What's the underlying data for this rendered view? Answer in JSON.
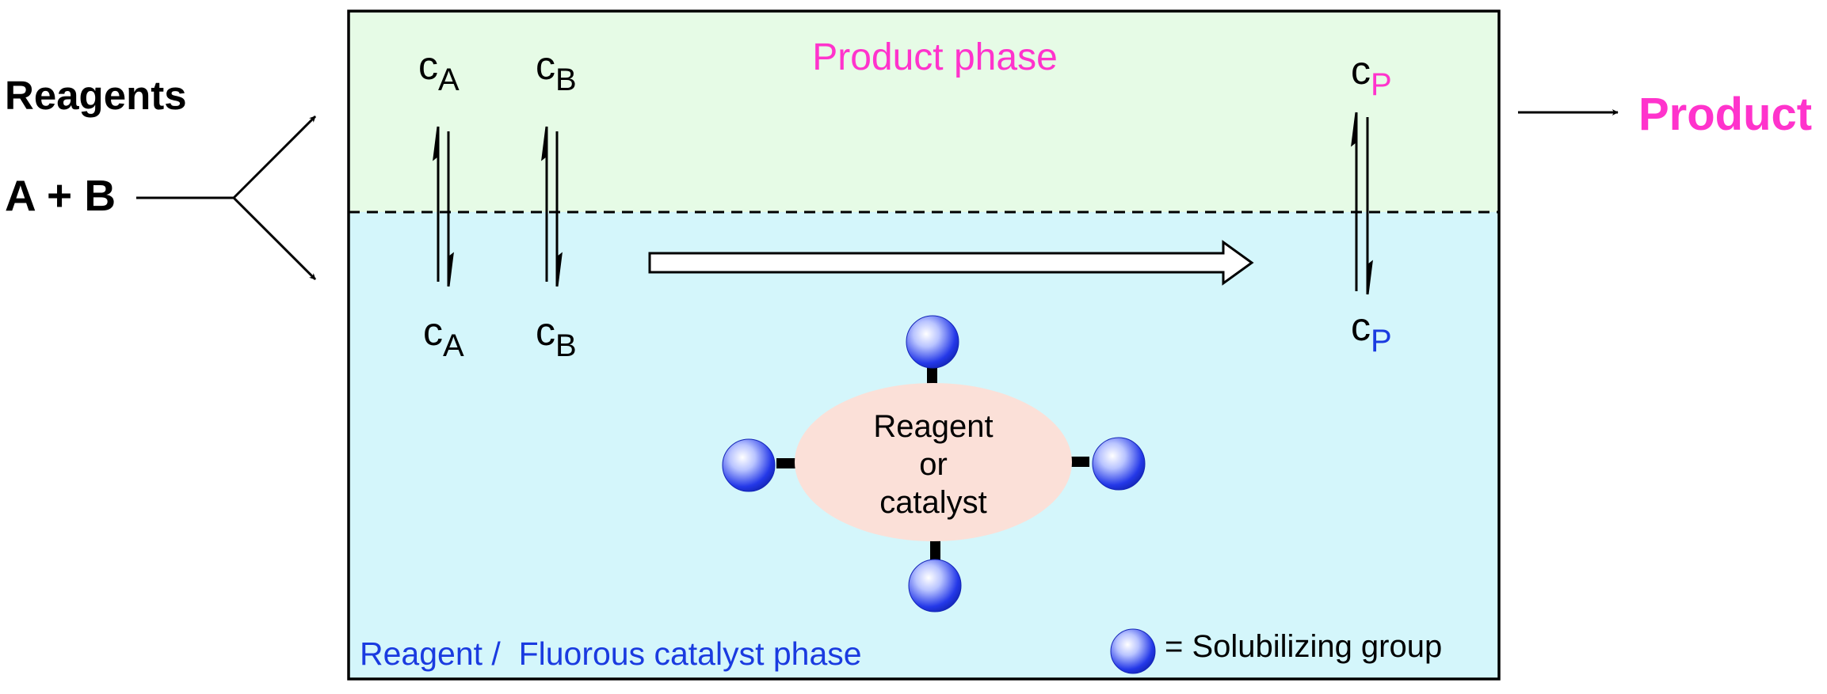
{
  "left": {
    "reagents_label": "Reagents",
    "reactants_label": "A + B"
  },
  "upper_phase": {
    "label": "Product phase",
    "label_color": "#ff33cc",
    "background": "#e6fbe6"
  },
  "lower_phase": {
    "label": "Reagent /  Fluorous catalyst phase",
    "label_color": "#1a3be0",
    "background": "#d4f6fb"
  },
  "species": {
    "c": "c",
    "a_sub": "A",
    "b_sub": "B",
    "p_sub": "P",
    "p_upper_color": "#ff33cc",
    "p_lower_color": "#1a3be0"
  },
  "catalyst": {
    "line1": "Reagent",
    "line2": "or",
    "line3": "catalyst",
    "fill": "#fbe0d8"
  },
  "legend": {
    "text": "= Solubilizing group"
  },
  "output": {
    "label": "Product",
    "color": "#ff33cc"
  }
}
